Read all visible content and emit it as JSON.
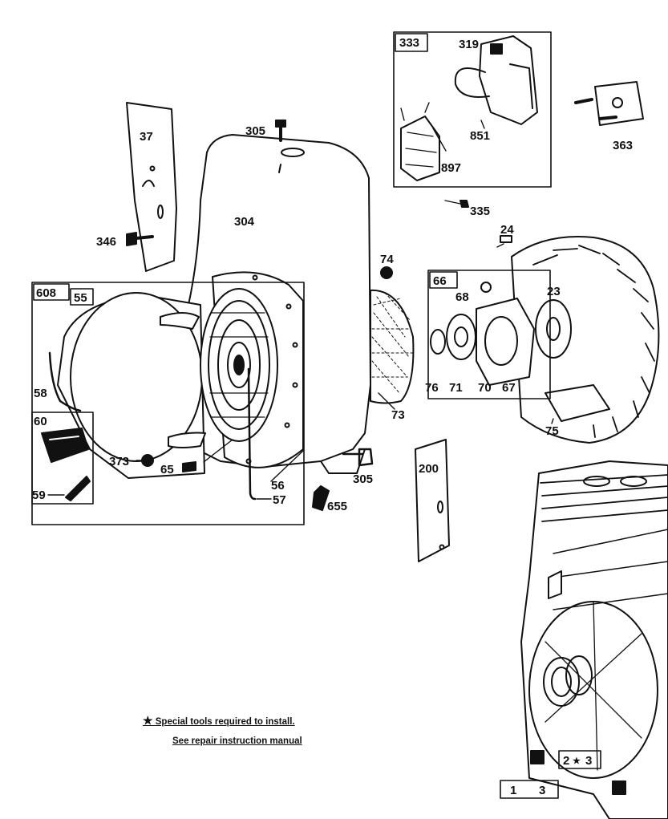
{
  "part_labels": {
    "p37": "37",
    "p305_top": "305",
    "p304": "304",
    "p346": "346",
    "p333": "333",
    "p319": "319",
    "p851": "851",
    "p897": "897",
    "p363": "363",
    "p335": "335",
    "p24": "24",
    "p74": "74",
    "p66": "66",
    "p68": "68",
    "p23": "23",
    "p608": "608",
    "p55": "55",
    "p58": "58",
    "p60": "60",
    "p373": "373",
    "p65": "65",
    "p59": "59",
    "p56": "56",
    "p57": "57",
    "p305_bottom": "305",
    "p655": "655",
    "p76": "76",
    "p71": "71",
    "p70": "70",
    "p67": "67",
    "p73": "73",
    "p75": "75",
    "p200": "200",
    "p2": "2",
    "p3": "3",
    "p1": "1",
    "p3b": "3"
  },
  "note": {
    "star": "★",
    "line1": "Special tools required to install.",
    "line2": "See repair instruction manual"
  }
}
